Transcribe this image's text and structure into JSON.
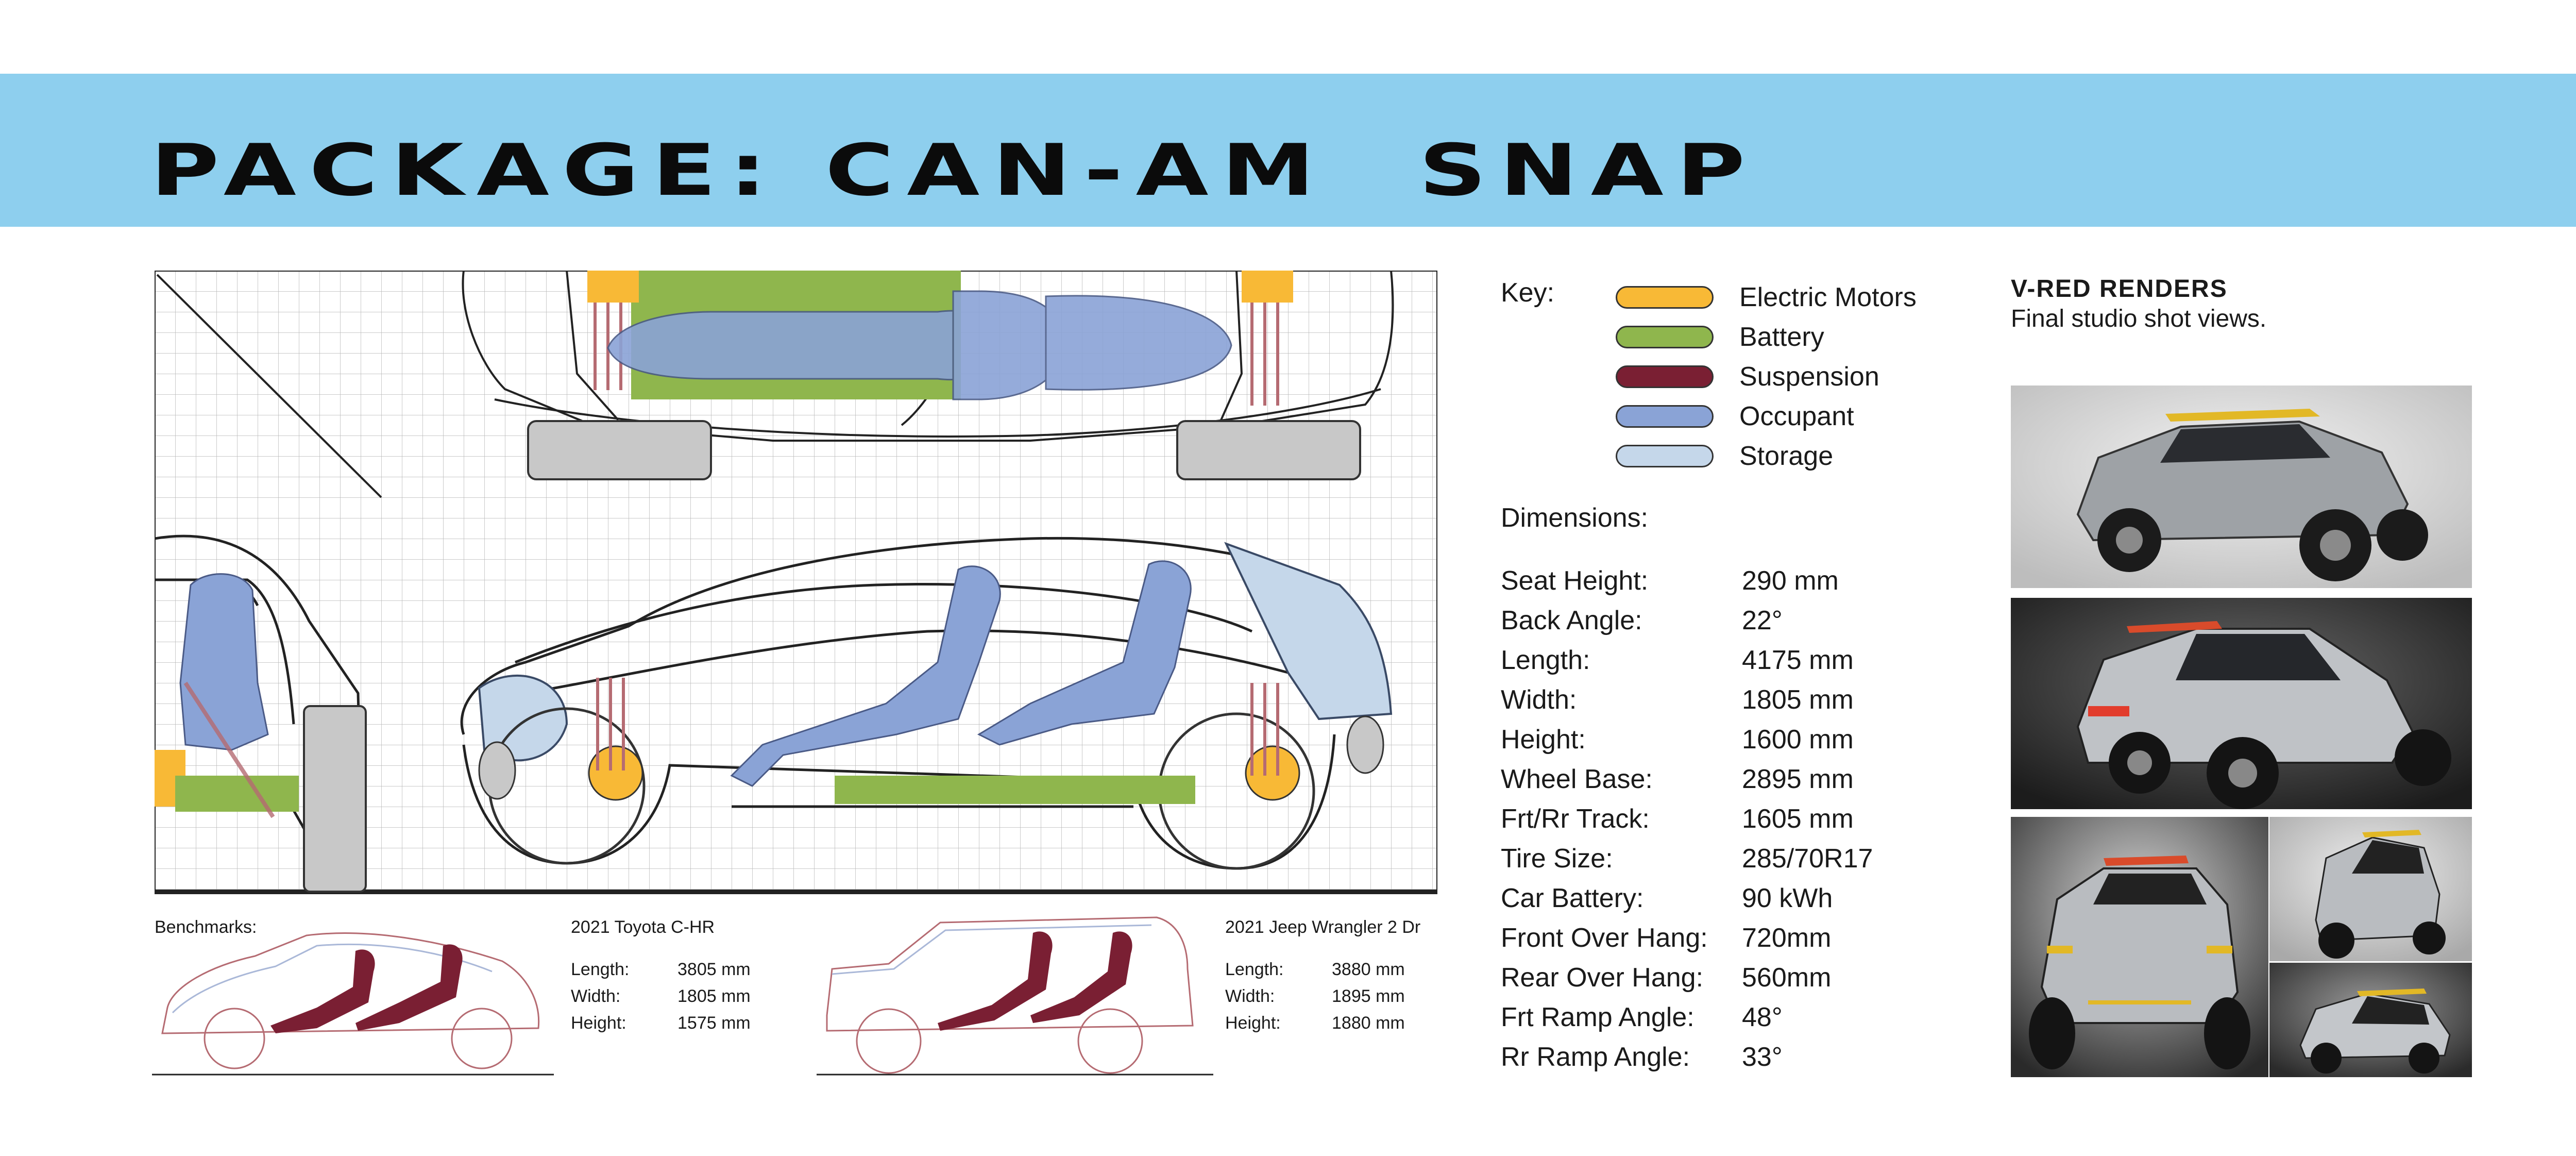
{
  "header": {
    "title": "PACKAGE: CAN-AM  SNAP",
    "banner_color": "#8ecfee"
  },
  "key": {
    "title": "Key:",
    "items": [
      {
        "label": "Electric Motors",
        "color": "#f8b936"
      },
      {
        "label": "Battery",
        "color": "#8fb64d"
      },
      {
        "label": "Suspension",
        "color": "#7a1f33"
      },
      {
        "label": "Occupant",
        "color": "#8aa3d6"
      },
      {
        "label": "Storage",
        "color": "#c5d7ea"
      }
    ]
  },
  "dimensions": {
    "title": "Dimensions:",
    "rows": [
      {
        "label": "Seat Height:",
        "value": "290 mm"
      },
      {
        "label": "Back Angle:",
        "value": "22°"
      },
      {
        "label": "Length:",
        "value": "4175 mm"
      },
      {
        "label": "Width:",
        "value": "1805 mm"
      },
      {
        "label": "Height:",
        "value": "1600 mm"
      },
      {
        "label": "Wheel Base:",
        "value": "2895 mm"
      },
      {
        "label": "Frt/Rr Track:",
        "value": "1605 mm"
      },
      {
        "label": "Tire Size:",
        "value": "285/70R17"
      },
      {
        "label": "Car Battery:",
        "value": "90 kWh"
      },
      {
        "label": "Front Over Hang:",
        "value": "720mm"
      },
      {
        "label": "Rear Over Hang:",
        "value": "560mm"
      },
      {
        "label": "Frt Ramp Angle:",
        "value": "48°"
      },
      {
        "label": "Rr Ramp Angle:",
        "value": "33°"
      }
    ]
  },
  "benchmarks": {
    "label": "Benchmarks:",
    "cars": [
      {
        "name": "2021 Toyota C-HR",
        "specs": [
          {
            "label": "Length:",
            "value": "3805 mm"
          },
          {
            "label": "Width:",
            "value": "1805 mm"
          },
          {
            "label": "Height:",
            "value": "1575 mm"
          }
        ]
      },
      {
        "name": "2021 Jeep Wrangler 2 Dr",
        "specs": [
          {
            "label": "Length:",
            "value": "3880 mm"
          },
          {
            "label": "Width:",
            "value": "1895 mm"
          },
          {
            "label": "Height:",
            "value": "1880 mm"
          }
        ]
      }
    ]
  },
  "renders": {
    "title": "V-RED RENDERS",
    "subtitle": "Final studio shot views."
  }
}
